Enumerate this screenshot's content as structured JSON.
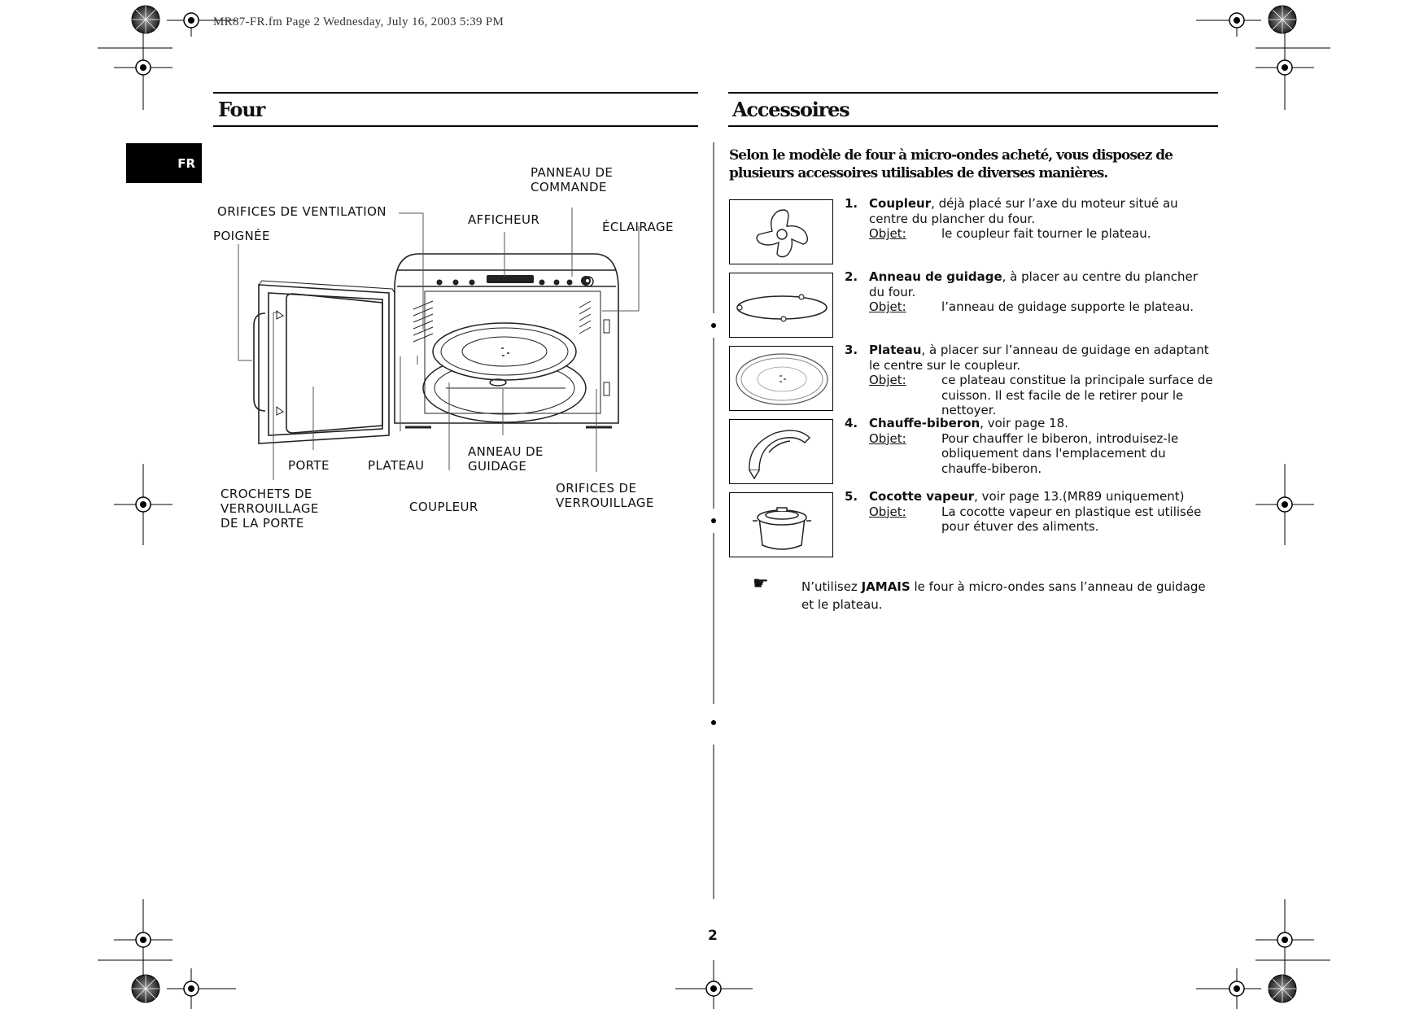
{
  "file_header": "MR87-FR.fm  Page 2  Wednesday, July 16, 2003  5:39 PM",
  "language_tab": "FR",
  "page_number": "2",
  "left_section": {
    "title": "Four",
    "labels": {
      "panneau": [
        "PANNEAU DE",
        "COMMANDE"
      ],
      "orifices_ventilation": "ORIFICES DE VENTILATION",
      "afficheur": "AFFICHEUR",
      "eclairage": "ÉCLAIRAGE",
      "poignee": "POIGNÉE",
      "porte": "PORTE",
      "plateau": "PLATEAU",
      "anneau": [
        "ANNEAU DE",
        "GUIDAGE"
      ],
      "crochets": [
        "CROCHETS DE",
        "VERROUILLAGE",
        "DE LA PORTE"
      ],
      "coupleur": "COUPLEUR",
      "orifices_verrouillage": [
        "ORIFICES DE",
        "VERROUILLAGE"
      ]
    }
  },
  "right_section": {
    "title": "Accessoires",
    "intro": "Selon le modèle de four à micro-ondes acheté, vous disposez de plusieurs accessoires utilisables de diverses manières.",
    "items": [
      {
        "num": "1.",
        "name": "Coupleur",
        "rest": ", déjà placé sur l’axe du moteur situé au centre du plancher du four.",
        "obj_label": "Objet:",
        "obj_text": "le coupleur fait tourner le plateau.",
        "icon": "coupler-icon"
      },
      {
        "num": "2.",
        "name": "Anneau de guidage",
        "rest": ", à placer au centre du plancher du four.",
        "obj_label": "Objet:",
        "obj_text": "l’anneau de guidage supporte le plateau.",
        "icon": "roller-ring-icon"
      },
      {
        "num": "3.",
        "name": "Plateau",
        "rest": ", à placer sur l’anneau de guidage en adaptant le centre sur le coupleur.",
        "obj_label": "Objet:",
        "obj_text": "ce plateau constitue la principale surface de cuisson. Il est facile de le retirer pour le nettoyer.",
        "icon": "turntable-icon"
      },
      {
        "num": "4.",
        "name": "Chauffe-biberon",
        "rest": ", voir page 18.",
        "obj_label": "Objet:",
        "obj_text": "Pour chauffer le biberon, introduisez-le obliquement dans l'emplacement du chauffe-biberon.",
        "icon": "bottle-warmer-icon"
      },
      {
        "num": "5.",
        "name": "Cocotte vapeur",
        "rest": ", voir page 13.(MR89 uniquement)",
        "obj_label": "Objet:",
        "obj_text": "La cocotte vapeur en plastique est utilisée pour étuver des aliments.",
        "icon": "steam-pot-icon"
      }
    ],
    "note": {
      "pre": "N’utilisez ",
      "bold": "JAMAIS",
      "post": " le four à micro-ondes sans l’anneau de guidage et le plateau.",
      "icon": "pointing-hand-icon"
    }
  }
}
